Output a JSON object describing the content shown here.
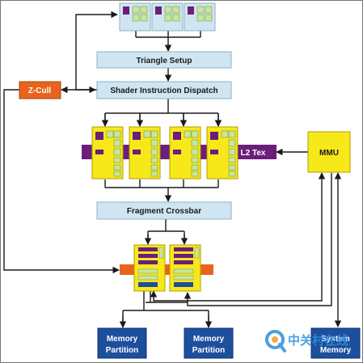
{
  "labels": {
    "triangle_setup": "Triangle Setup",
    "shader_dispatch": "Shader Instruction Dispatch",
    "z_cull": "Z-Cull",
    "l2_tex": "L2 Tex",
    "mmu": "MMU",
    "fragment_crossbar": "Fragment Crossbar",
    "memory_partition_1": [
      "Memory",
      "Partition"
    ],
    "memory_partition_2": [
      "Memory",
      "Partition"
    ],
    "system_memory": [
      "System",
      "Memory"
    ]
  },
  "watermark": "中关村在线",
  "colors": {
    "pale_blue": "#cfe6f2",
    "pale_blue_border": "#8fb0c2",
    "orange": "#e8641c",
    "yellow": "#f7e81a",
    "purple": "#6b1e7a",
    "green": "#c8e6a0",
    "dark_blue": "#1c4f9c",
    "ink": "#1a1a1a"
  }
}
